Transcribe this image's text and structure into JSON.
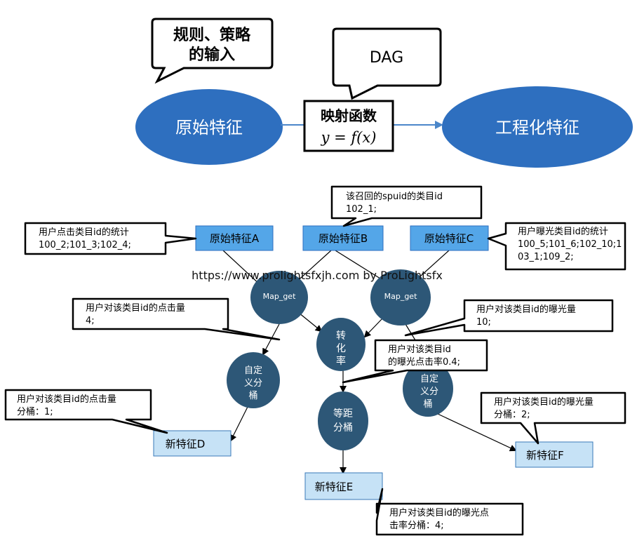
{
  "top": {
    "callout_rules": [
      "规则、策略",
      "的输入"
    ],
    "callout_dag": "DAG",
    "raw_feature": "原始特征",
    "engineered_feature": "工程化特征",
    "mapping_title": "映射函数",
    "mapping_formula": "y = f(x)"
  },
  "sources": {
    "a": "原始特征A",
    "b": "原始特征B",
    "c": "原始特征C"
  },
  "ops": {
    "map_get_left": "Map_get",
    "map_get_right": "Map_get",
    "conversion": [
      "转",
      "化",
      "率"
    ],
    "custom_bucket_left": [
      "自定",
      "义分",
      "桶"
    ],
    "custom_bucket_right": [
      "自定",
      "义分",
      "桶"
    ],
    "equal_bucket": [
      "等距",
      "分桶"
    ]
  },
  "outputs": {
    "d": "新特征D",
    "e": "新特征E",
    "f": "新特征F"
  },
  "callouts": {
    "a_stats": [
      "用户点击类目id的统计",
      "100_2;101_3;102_4;"
    ],
    "b_recall": [
      "该召回的spuid的类目id",
      "102_1;"
    ],
    "c_stats": [
      "用户曝光类目id的统计",
      "100_5;101_6;102_10;1",
      "03_1;109_2;"
    ],
    "click_count": [
      "用户对该类目id的点击量",
      "4;"
    ],
    "expose_count": [
      "用户对该类目id的曝光量",
      "10;"
    ],
    "ctr": [
      "用户对该类目id",
      "的曝光点击率0.4;"
    ],
    "click_bucket": [
      "用户对该类目id的点击量",
      "分桶：1;"
    ],
    "expose_bucket": [
      "用户对该类目id的曝光量",
      "分桶：2;"
    ],
    "ctr_bucket": [
      "用户对该类目id的曝光点",
      "击率分桶：4;"
    ]
  },
  "watermark": "https://www.prolightsfxjh.com by ProLightsfx",
  "colors": {
    "ellipse_blue": "#2e6fbf",
    "op_navy": "#2d5777",
    "source_blue": "#54a6e8",
    "output_blue": "#c6e2f6",
    "arrow_blue": "#4b86c9"
  }
}
